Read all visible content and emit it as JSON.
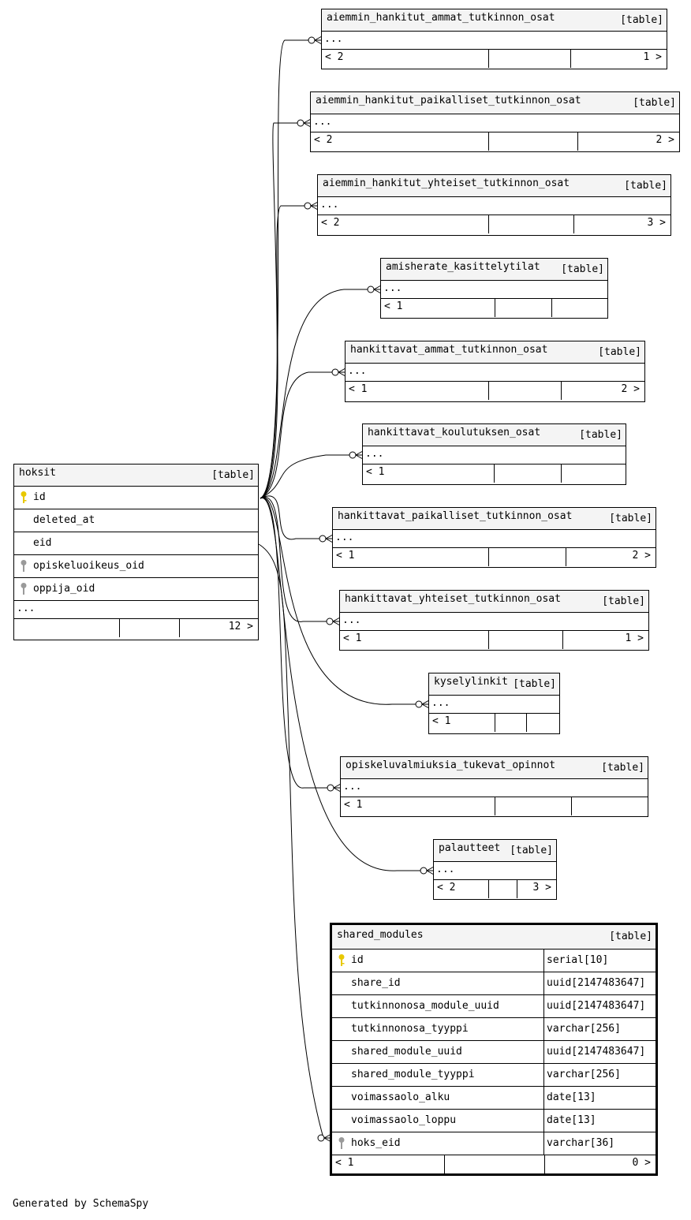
{
  "main_table": {
    "name": "hoksit",
    "type": "[table]",
    "columns": [
      {
        "name": "id",
        "key": "primary"
      },
      {
        "name": "deleted_at",
        "key": "none"
      },
      {
        "name": "eid",
        "key": "none"
      },
      {
        "name": "opiskeluoikeus_oid",
        "key": "index"
      },
      {
        "name": "oppija_oid",
        "key": "index"
      }
    ],
    "ellipsis": "...",
    "footer": {
      "left": "",
      "middle": "",
      "right": "12 >"
    }
  },
  "related_tables": [
    {
      "name": "aiemmin_hankitut_ammat_tutkinnon_osat",
      "type": "[table]",
      "ellipsis": "...",
      "footer": {
        "left": "< 2",
        "middle": "",
        "right": "1 >"
      }
    },
    {
      "name": "aiemmin_hankitut_paikalliset_tutkinnon_osat",
      "type": "[table]",
      "ellipsis": "...",
      "footer": {
        "left": "< 2",
        "middle": "",
        "right": "2 >"
      }
    },
    {
      "name": "aiemmin_hankitut_yhteiset_tutkinnon_osat",
      "type": "[table]",
      "ellipsis": "...",
      "footer": {
        "left": "< 2",
        "middle": "",
        "right": "3 >"
      }
    },
    {
      "name": "amisherate_kasittelytilat",
      "type": "[table]",
      "ellipsis": "...",
      "footer": {
        "left": "< 1",
        "middle": "",
        "right": ""
      }
    },
    {
      "name": "hankittavat_ammat_tutkinnon_osat",
      "type": "[table]",
      "ellipsis": "...",
      "footer": {
        "left": "< 1",
        "middle": "",
        "right": "2 >"
      }
    },
    {
      "name": "hankittavat_koulutuksen_osat",
      "type": "[table]",
      "ellipsis": "...",
      "footer": {
        "left": "< 1",
        "middle": "",
        "right": ""
      }
    },
    {
      "name": "hankittavat_paikalliset_tutkinnon_osat",
      "type": "[table]",
      "ellipsis": "...",
      "footer": {
        "left": "< 1",
        "middle": "",
        "right": "2 >"
      }
    },
    {
      "name": "hankittavat_yhteiset_tutkinnon_osat",
      "type": "[table]",
      "ellipsis": "...",
      "footer": {
        "left": "< 1",
        "middle": "",
        "right": "1 >"
      }
    },
    {
      "name": "kyselylinkit",
      "type": "[table]",
      "ellipsis": "...",
      "footer": {
        "left": "< 1",
        "middle": "",
        "right": ""
      }
    },
    {
      "name": "opiskeluvalmiuksia_tukevat_opinnot",
      "type": "[table]",
      "ellipsis": "...",
      "footer": {
        "left": "< 1",
        "middle": "",
        "right": ""
      }
    },
    {
      "name": "palautteet",
      "type": "[table]",
      "ellipsis": "...",
      "footer": {
        "left": "< 2",
        "middle": "",
        "right": "3 >"
      }
    }
  ],
  "focus_table": {
    "name": "shared_modules",
    "type": "[table]",
    "columns": [
      {
        "name": "id",
        "type": "serial[10]",
        "key": "primary"
      },
      {
        "name": "share_id",
        "type": "uuid[2147483647]",
        "key": "none"
      },
      {
        "name": "tutkinnonosa_module_uuid",
        "type": "uuid[2147483647]",
        "key": "none"
      },
      {
        "name": "tutkinnonosa_tyyppi",
        "type": "varchar[256]",
        "key": "none"
      },
      {
        "name": "shared_module_uuid",
        "type": "uuid[2147483647]",
        "key": "none"
      },
      {
        "name": "shared_module_tyyppi",
        "type": "varchar[256]",
        "key": "none"
      },
      {
        "name": "voimassaolo_alku",
        "type": "date[13]",
        "key": "none"
      },
      {
        "name": "voimassaolo_loppu",
        "type": "date[13]",
        "key": "none"
      },
      {
        "name": "hoks_eid",
        "type": "varchar[36]",
        "key": "foreign"
      }
    ],
    "footer": {
      "left": "< 1",
      "middle": "",
      "right": "0 >"
    }
  },
  "generated_by": "Generated by SchemaSpy",
  "colors": {
    "primary_key": "#e8c800",
    "index_key": "#9a9a9a",
    "header_bg": "#f4f4f4"
  }
}
